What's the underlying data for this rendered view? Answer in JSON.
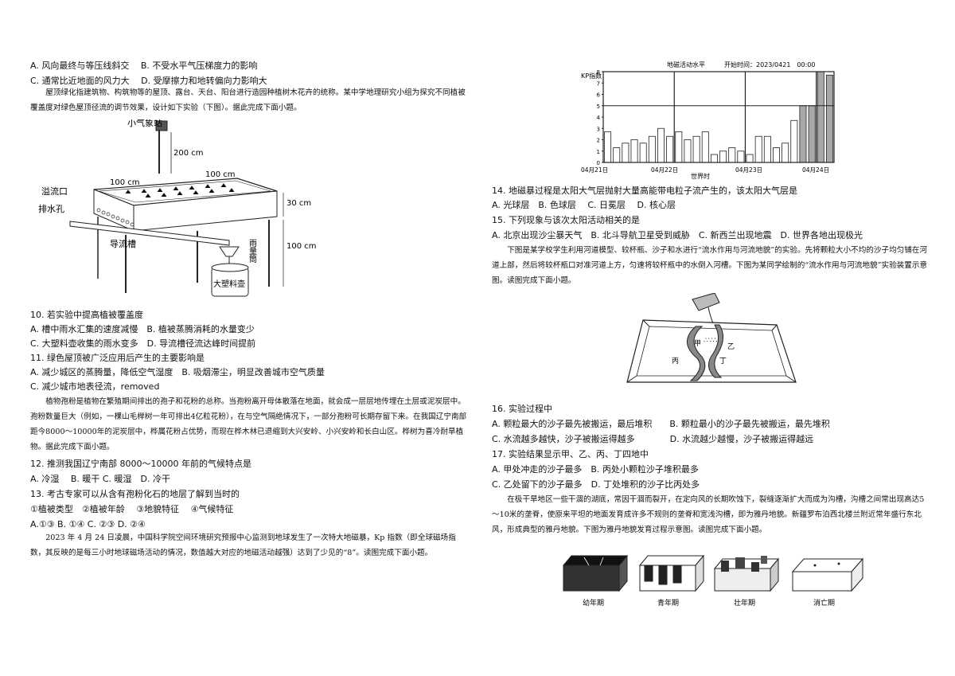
{
  "left": {
    "q9_options": [
      "A. 风向最终与等压线斜交　 B. 不受水平气压梯度力的影响",
      "C. 通常比近地面的风力大　 D. 受摩擦力和地转偏向力影响大"
    ],
    "passage1": "屋顶绿化指建筑物、构筑物等的屋顶、露台、天台、阳台进行造园种植树木花卉的统称。某中学地理研究小组为探究不同植被覆盖度对绿色屋顶径流的调节效果，设计如下实验（下图）。据此完成下面小题。",
    "fig1": {
      "station": "小气象站",
      "h200": "200 cm",
      "w100a": "100 cm",
      "w100b": "100 cm",
      "overflow": "溢流口",
      "drain": "排水孔",
      "h30": "30 cm",
      "h100": "100 cm",
      "channel": "导流槽",
      "gauge": "雨量筒",
      "bucket": "大塑料壶"
    },
    "q10": "10. 若实验中提高植被覆盖度",
    "q10_options": [
      "A. 槽中雨水汇集的速度减慢　B. 植被蒸腾消耗的水量变少",
      "C. 大塑料壶收集的雨水变多　D. 导流槽径流达峰时间提前"
    ],
    "q11": "11. 绿色屋顶被广泛应用后产生的主要影响是",
    "q11_options": [
      "A. 减少城区的蒸腾量，降低空气湿度　B. 吸烟滞尘，明显改善城市空气质量",
      "C. 减少城市地表径流，removed"
    ],
    "passage2": "植物孢粉是植物在繁殖期间排出的孢子和花粉的总称。当孢粉离开母体散落在地面，就会成一层层地传埋在土层或泥炭层中。孢粉数量巨大（例如，一棵山毛榉树一年可排出4亿粒花粉），在与空气隔绝情况下，一部分孢粉可长期存留下来。在我国辽宁南部距今8000～10000年的泥炭层中，桦属花粉占优势，而现在桦木林已退缩到大兴安岭、小兴安岭和长白山区。桦树为喜冷耐旱植物。据此完成下面小题。",
    "q12": "12. 推测我国辽宁南部 8000～10000 年前的气候特点是",
    "q12_options": "A. 冷湿　 B. 暖干 C. 暖湿　D. 冷干",
    "q13": "13. 考古专家可以从含有孢粉化石的地层了解到当时的",
    "q13_items": "①植被类型　②植被年龄　 ③地貌特征　 ④气候特征",
    "q13_options": "A.①③ B. ①④ C. ②③ D. ②④",
    "passage3": "2023 年 4 月 24 日凌晨，中国科学院空间环境研究预报中心监测到地球发生了一次特大地磁暴，Kp 指数（即全球磁场指数，其反映的是每三小时地球磁场活动的情况，数值越大对应的地磁活动越强）达到了少见的“8”。读图完成下面小题。"
  },
  "right": {
    "kp_chart": {
      "title": "地磁活动水平",
      "start": "开始时间：2023/0421　00:00",
      "ylabel": "KP指数",
      "xlabel": "世界时",
      "day_labels": [
        "04月21日",
        "04月22日",
        "04月23日",
        "04月24日"
      ]
    },
    "q14": "14. 地磁暴过程是太阳大气层抛射大量高能带电粒子流产生的，该太阳大气层是",
    "q14_options": "A. 光球层　B. 色球层　 C. 日冕层　 D. 核心层",
    "q15": "15. 下列现象与该次太阳活动相关的是",
    "q15_options": "A. 北京出现沙尘暴天气　B. 北斗导航卫星受到威胁　C. 新西兰出现地震　D. 世界各地出现极光",
    "passage4": "下图是某学校学生利用河道模型、较杯瓶、沙子和水进行“流水作用与河流地貌”的实验。先将颗粒大小不均的沙子均匀铺在河道上部，然后将较杯瓶口对准河道上方，匀速将较杯瓶中的水倒入河槽。下图为某同学绘制的“流水作用与河流地貌”实验装置示意图。读图完成下面小题。",
    "fig2": {
      "jia": "甲",
      "yi": "乙",
      "bing": "丙",
      "ding": "丁"
    },
    "q16": "16. 实验过程中",
    "q16_options": [
      "A. 颗粒最大的沙子最先被搬运，最后堆积　　B. 颗粒最小的沙子最先被搬运，最先堆积",
      "C. 水流越多越快，沙子被搬运得越多　　　　D. 水流越少越慢，沙子被搬运得越远"
    ],
    "q17": "17. 实验结果显示甲、乙、丙、丁四地中",
    "q17_options": [
      "A. 甲处冲走的沙子最多　B. 丙处小颗粒沙子堆积最多",
      "C. 乙处留下的沙子最多　D. 丁处堆积的沙子比丙处多"
    ],
    "passage5": "在极干旱地区一些干涸的湖底，常因干涸而裂开，在定向风的长期吹蚀下，裂缝逐渐扩大而成为沟槽，沟槽之间常出现高达5～10米的垄脊，使原来平坦的地面发育成许多不规则的垄脊和宽浅沟槽，即为雅丹地貌。新疆罗布泊西北楼兰附近常年盛行东北风，形成典型的雅丹地貌。下图为雅丹地貌发育过程示意图。读图完成下面小题。",
    "stages": [
      "幼年期",
      "青年期",
      "壮年期",
      "消亡期"
    ]
  },
  "chart_data": {
    "type": "bar",
    "title": "地磁活动水平",
    "subtitle": "开始时间：2023/0421　00:00",
    "xlabel": "世界时",
    "ylabel": "KP指数",
    "categories": [
      "04月21日",
      "04月22日",
      "04月23日",
      "04月24日"
    ],
    "values": [
      2.7,
      1.3,
      1.7,
      2.0,
      1.7,
      2.3,
      3.0,
      2.3,
      2.7,
      2.0,
      2.3,
      2.7,
      0.7,
      1.0,
      1.3,
      1.0,
      0.7,
      2.3,
      2.3,
      1.3,
      1.7,
      3.7,
      5.0,
      5.0,
      8.0,
      7.7
    ],
    "ylim": [
      0,
      8
    ],
    "yticks": [
      0,
      1,
      2,
      3,
      4,
      5,
      6,
      7,
      8
    ],
    "grid": "horizontal line at 5",
    "colors": {
      "bar_low": "#ffffff",
      "bar_mid": "#c8c8c8",
      "bar_high": "#a8a8a8"
    }
  }
}
